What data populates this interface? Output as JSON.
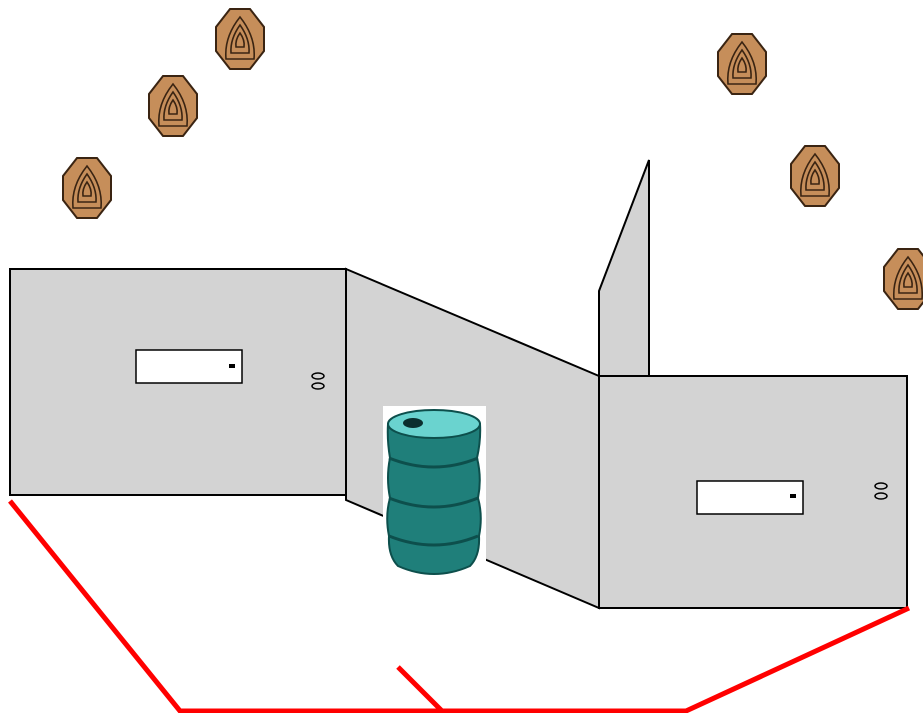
{
  "colors": {
    "background": "#ffffff",
    "wall_fill": "#d3d3d3",
    "wall_stroke": "#000000",
    "fault_line": "#ff0000",
    "target_fill": "#c68e5a",
    "target_stroke": "#3a2412",
    "barrel_body": "#1f7f7a",
    "barrel_top": "#6ad3cf",
    "barrel_stroke": "#0d4f4c"
  },
  "icons": {
    "target": "steel-target-icon",
    "barrel": "barrel-icon",
    "window": "wall-window",
    "holes": "wall-holes"
  },
  "walls": [
    {
      "name": "left-wall",
      "has_window": true,
      "has_holes": true
    },
    {
      "name": "angled-center-wall",
      "has_window": false,
      "has_holes": false
    },
    {
      "name": "back-wing-wall",
      "has_window": false,
      "has_holes": false
    },
    {
      "name": "right-wall",
      "has_window": true,
      "has_holes": true
    }
  ],
  "targets_count": 6,
  "props": [
    {
      "name": "oil-barrel",
      "icon": "barrel-icon"
    }
  ]
}
